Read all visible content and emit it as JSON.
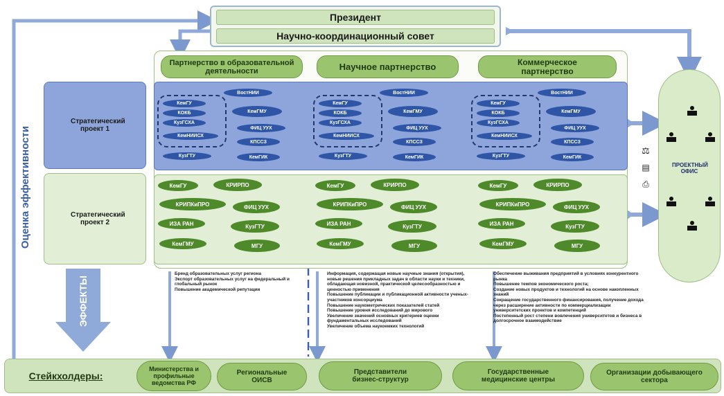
{
  "header": {
    "president": "Президент",
    "council": "Научно-координационный совет"
  },
  "left_label": "Оценка эффективности",
  "effects_label": "ЭФФЕКТЫ",
  "columns": [
    {
      "title": "Партнерство в образовательной деятельности"
    },
    {
      "title": "Научное партнерство"
    },
    {
      "title": "Коммерческое партнерство"
    }
  ],
  "projects": {
    "p1": "Стратегический проект 1",
    "p2": "Стратегический проект 2"
  },
  "project1_orgs": {
    "left_group": [
      "КемГУ",
      "КОКБ",
      "КузГСХА",
      "КемНИИСХ",
      "КузГТУ"
    ],
    "right_group": [
      "ВостНИИ",
      "КемГМУ",
      "ФИЦ УУХ",
      "КПССЗ",
      "КемГИК"
    ]
  },
  "project2_orgs": [
    "КемГУ",
    "КРИРПО",
    "КРИПКиПРО",
    "ФИЦ УУХ",
    "ИЗА РАН",
    "КузГТУ",
    "КемГМУ",
    "МГУ"
  ],
  "office": {
    "label": "ПРОЕКТНЫЙ ОФИС"
  },
  "effects_text": [
    "Бренд образовательных услуг региона\nЭкспорт образовательных услуг на федеральный и глобальный рынок\nПовышение академической репутации",
    "Информация, содержащая новые научные знания (открытия), новые решения прикладных задач в области науки и техники, обладающая новизной, практической целесообразностью и ценностью применения\nПовышение публикации и публикационной активности ученых-участников консорциума\nПовышение наукометрических показателей статей\nПовышение уровня исследований до мирового\nУвеличение значений основных критериев оценки фундаментальных исследований\nУвеличение объема наукоемких технологий",
    "Обеспечение выживания предприятий в условиях конкурентного рынка\nПовышение темпов экономического роста;\nСоздание новых продуктов и технологий на основе накопленных знаний\nСокращение государственного финансирования, получение дохода через расширение активности по коммерциализации университетских проектов и компетенций\nПостепенный рост степени вовлечения университетов и бизнеса в долгосрочное взаимодействие"
  ],
  "stakeholders": {
    "label": "Стейкхолдеры:",
    "items": [
      "Министерства и профильные ведомства РФ",
      "Региональные ОИСВ",
      "Представители бизнес-структур",
      "Государственные медицинские центры",
      "Организации добывающего сектора"
    ]
  }
}
